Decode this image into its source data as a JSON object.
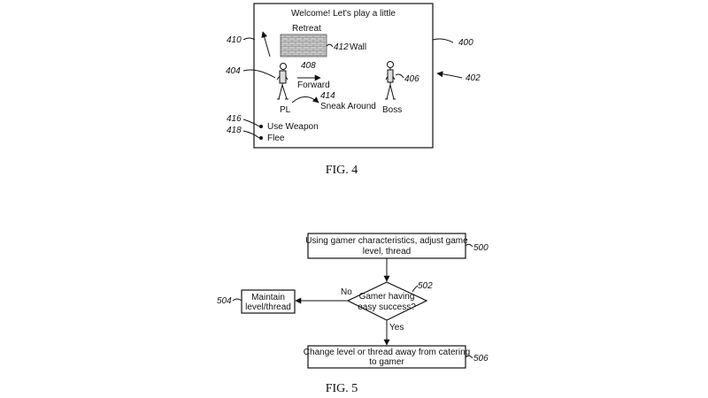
{
  "fig4": {
    "caption": "FIG. 4",
    "screen_title": "Welcome! Let's play a little",
    "screen_ref": "400",
    "screen_pointer_ref": "402",
    "player": {
      "label": "PL",
      "ref": "404"
    },
    "boss": {
      "label": "Boss",
      "ref": "406"
    },
    "forward": {
      "label": "Forward",
      "ref": "408"
    },
    "retreat": {
      "label": "Retreat",
      "ref": "410"
    },
    "wall": {
      "label": "Wall",
      "ref": "412"
    },
    "sneak": {
      "label": "Sneak Around",
      "ref": "414"
    },
    "options": [
      {
        "label": "Use Weapon",
        "ref": "416"
      },
      {
        "label": "Flee",
        "ref": "418"
      }
    ]
  },
  "fig5": {
    "caption": "FIG. 5",
    "step_adjust": {
      "lines": [
        "Using gamer characteristics, adjust game",
        "level, thread"
      ],
      "ref": "500"
    },
    "decision": {
      "lines": [
        "Gamer having",
        "easy success?"
      ],
      "ref": "502"
    },
    "step_maintain": {
      "lines": [
        "Maintain",
        "level/thread"
      ],
      "ref": "504"
    },
    "step_change": {
      "lines": [
        "Change level or thread away from catering",
        "to gamer"
      ],
      "ref": "506"
    },
    "no_label": "No",
    "yes_label": "Yes"
  }
}
